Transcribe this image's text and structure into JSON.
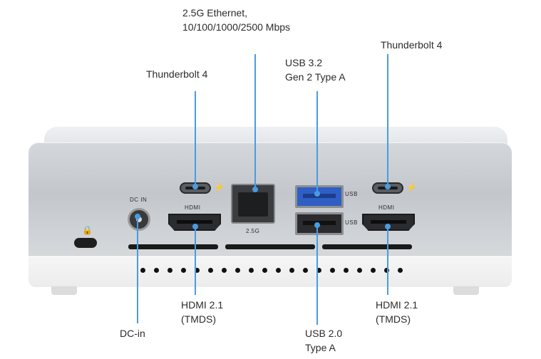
{
  "labels": {
    "ethernet": "2.5G Ethernet,\n10/100/1000/2500 Mbps",
    "tb_left": "Thunderbolt 4",
    "usb32": "USB 3.2\nGen 2 Type A",
    "tb_right": "Thunderbolt 4",
    "hdmi_left": "HDMI 2.1\n(TMDS)",
    "dcin": "DC-in",
    "usb20": "USB 2.0\nType A",
    "hdmi_right": "HDMI 2.1\n(TMDS)"
  },
  "port_text": {
    "hdmi_left": "HDMI",
    "hdmi_right": "HDMI",
    "eth": "2.5G",
    "usb3": "USB",
    "usb2": "USB",
    "dc": "DC IN"
  },
  "colors": {
    "leader": "#4a9be0",
    "usb3_blue": "#2f5fc4"
  }
}
